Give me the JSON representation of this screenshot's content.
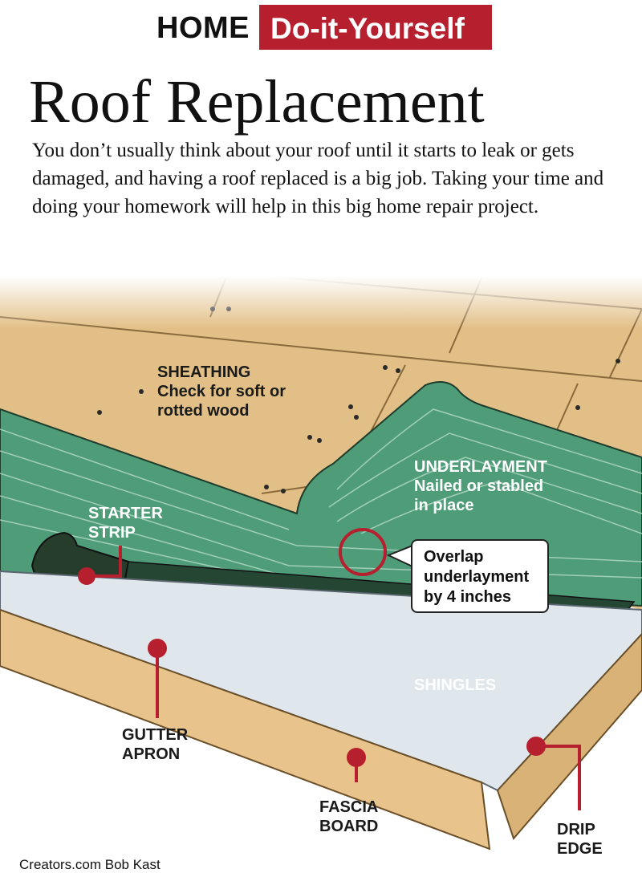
{
  "header": {
    "home_label": "HOME",
    "section_label": "Do-it-Yourself"
  },
  "title": "Roof Replacement",
  "intro": "You don’t usually think about your roof until it starts to leak or gets damaged, and having a roof replaced is a big job. Taking your time and doing your homework will help in this big home repair project.",
  "labels": {
    "sheathing": {
      "name": "SHEATHING",
      "lines": [
        "Check for soft or",
        "rotted wood"
      ]
    },
    "underlayment": {
      "name": "UNDERLAYMENT",
      "lines": [
        "Nailed or stabled",
        "in place"
      ]
    },
    "starter_strip": [
      "STARTER",
      "STRIP"
    ],
    "overlap_callout": [
      "Overlap",
      "underlayment",
      "by 4 inches"
    ],
    "shingles": "SHINGLES",
    "gutter_apron": [
      "GUTTER",
      "APRON"
    ],
    "fascia_board": [
      "FASCIA",
      "BOARD"
    ],
    "drip_edge": [
      "DRIP",
      "EDGE"
    ]
  },
  "credit": "Creators.com Bob Kast",
  "colors": {
    "accent_red": "#b51f2e",
    "wood": "#e2bf86",
    "underlayment_green": "#4f9c79",
    "shingle": "#a4b48c",
    "shingle_dark": "#244632"
  }
}
